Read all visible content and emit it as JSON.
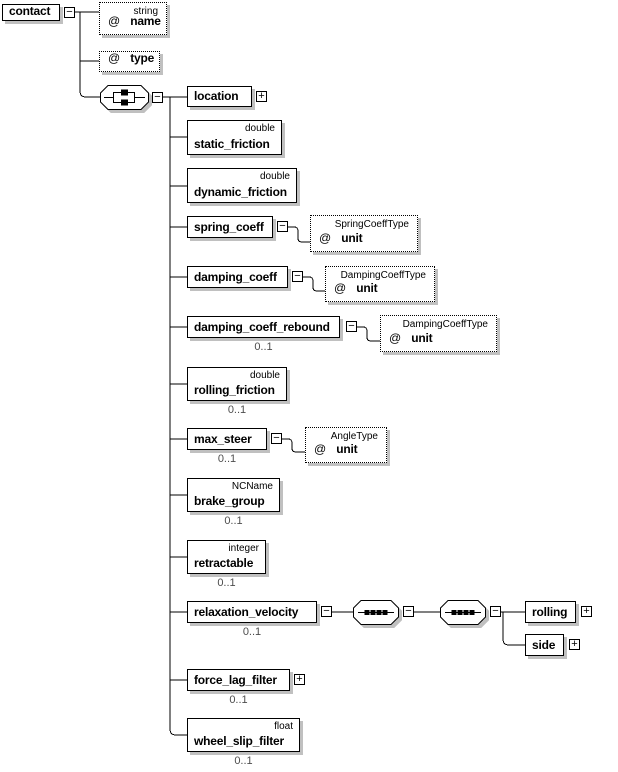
{
  "root": {
    "label": "contact"
  },
  "attributes": {
    "name": {
      "prefix": "@",
      "label": "name",
      "type": "string"
    },
    "type": {
      "prefix": "@",
      "label": "type"
    }
  },
  "elements": {
    "location": {
      "label": "location"
    },
    "static_friction": {
      "label": "static_friction",
      "type": "double"
    },
    "dynamic_friction": {
      "label": "dynamic_friction",
      "type": "double"
    },
    "spring_coeff": {
      "label": "spring_coeff"
    },
    "damping_coeff": {
      "label": "damping_coeff"
    },
    "damping_coeff_rebound": {
      "label": "damping_coeff_rebound",
      "occurrence": "0..1"
    },
    "rolling_friction": {
      "label": "rolling_friction",
      "type": "double",
      "occurrence": "0..1"
    },
    "max_steer": {
      "label": "max_steer",
      "occurrence": "0..1"
    },
    "brake_group": {
      "label": "brake_group",
      "type": "NCName",
      "occurrence": "0..1"
    },
    "retractable": {
      "label": "retractable",
      "type": "integer",
      "occurrence": "0..1"
    },
    "relaxation_velocity": {
      "label": "relaxation_velocity",
      "occurrence": "0..1"
    },
    "rolling": {
      "label": "rolling"
    },
    "side": {
      "label": "side"
    },
    "force_lag_filter": {
      "label": "force_lag_filter",
      "occurrence": "0..1"
    },
    "wheel_slip_filter": {
      "label": "wheel_slip_filter",
      "type": "float",
      "occurrence": "0..1"
    }
  },
  "attribute_boxes": {
    "spring_unit": {
      "prefix": "@",
      "label": "unit",
      "type": "SpringCoeffType"
    },
    "damping_unit": {
      "prefix": "@",
      "label": "unit",
      "type": "DampingCoeffType"
    },
    "rebound_unit": {
      "prefix": "@",
      "label": "unit",
      "type": "DampingCoeffType"
    },
    "max_steer_unit": {
      "prefix": "@",
      "label": "unit",
      "type": "AngleType"
    }
  },
  "icons": {
    "collapse_glyph": "−",
    "expand_glyph": "+",
    "all_compositor": "all-model-group",
    "sequence_compositor": "sequence-model-group"
  },
  "colors": {
    "line": "#000000",
    "box_background": "#ffffff",
    "shadow": "#c0c0c0",
    "occurrence_text": "#4d4d4d",
    "background": "#ffffff"
  }
}
